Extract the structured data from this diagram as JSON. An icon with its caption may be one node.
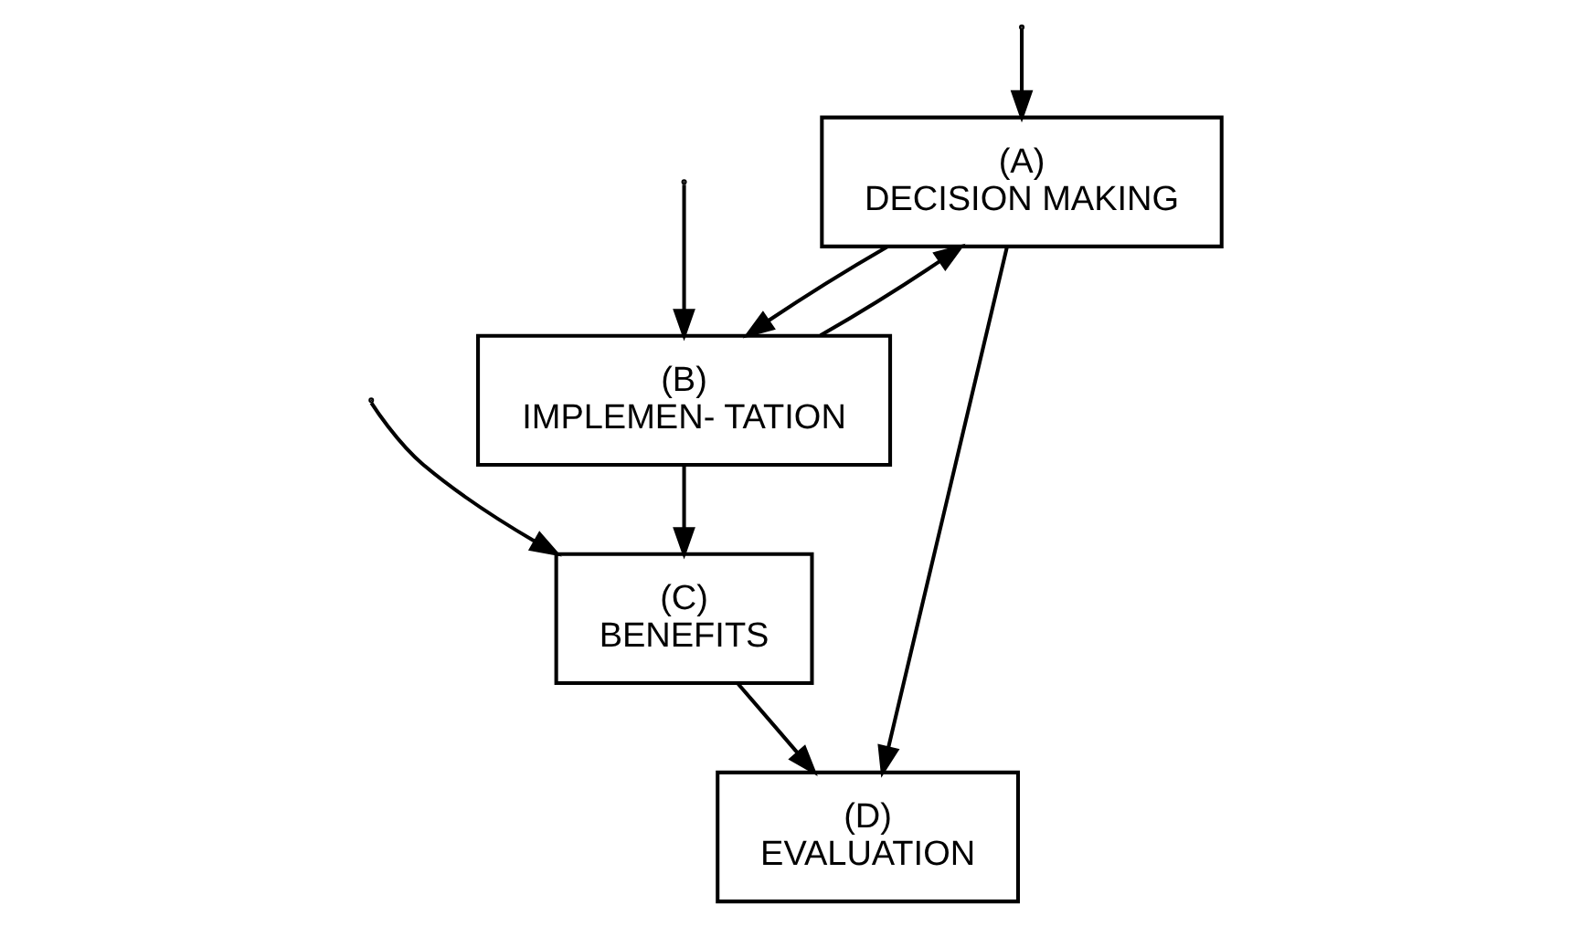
{
  "diagram": {
    "nodes": [
      {
        "text": [
          "(A)",
          "DECISION MAKING"
        ]
      },
      {
        "text": [
          "(B)",
          "IMPLEMEN- TATION"
        ]
      },
      {
        "text": [
          "(C)",
          "BENEFITS"
        ]
      },
      {
        "text": [
          "(D)",
          "EVALUATION"
        ]
      }
    ],
    "edges": [
      {
        "from": 0,
        "to": 1,
        "arrow": "to"
      },
      {
        "from": 1,
        "to": 0,
        "arrow": "to"
      },
      {
        "from": 0,
        "to": 3,
        "arrow": "to"
      },
      {
        "from": 1,
        "to": 2,
        "arrow": "to"
      },
      {
        "from": null,
        "to": 2,
        "arrow": "to"
      },
      {
        "from": 2,
        "to": 3,
        "arrow": "to"
      },
      {
        "from": null,
        "to": 0,
        "arrow": "to"
      },
      {
        "from": null,
        "to": 1,
        "arrow": "to"
      }
    ]
  }
}
